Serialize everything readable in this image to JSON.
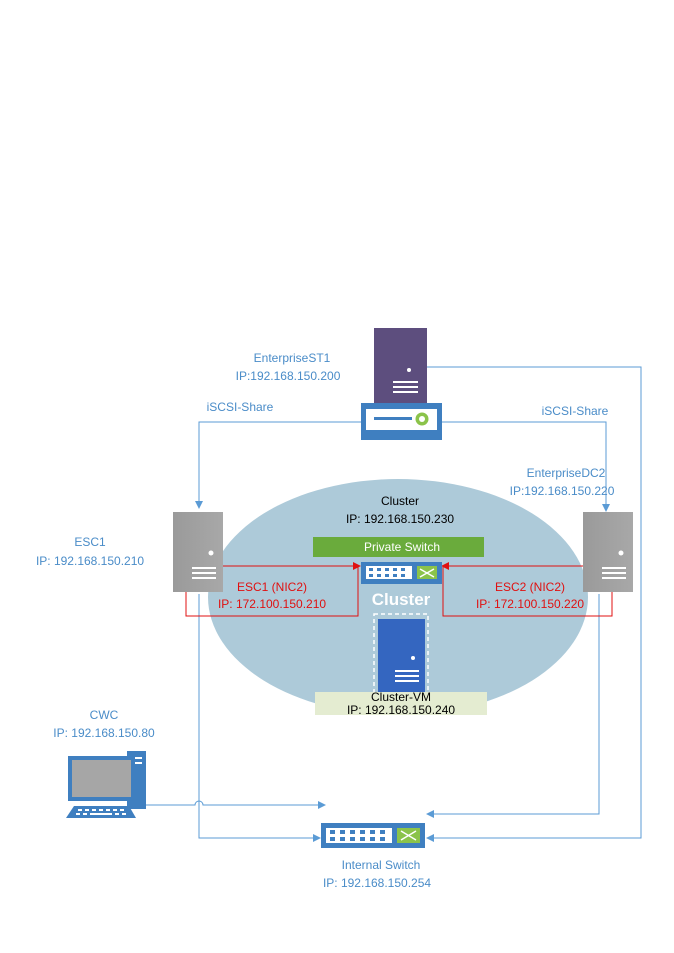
{
  "colors": {
    "label_blue": "#4a8cc8",
    "line_blue": "#5b9bd5",
    "red": "#e01010",
    "ellipse": "#adcad9",
    "private_switch": "#6aab3c",
    "vm_bar": "#e4ecd1"
  },
  "nodes": {
    "enterprise_st1": {
      "name": "EnterpriseST1",
      "ip": "IP:192.168.150.200"
    },
    "enterprise_dc2": {
      "name": "EnterpriseDC2",
      "ip": "IP:192.168.150.220"
    },
    "esc1": {
      "name": "ESC1",
      "ip": "IP: 192.168.150.210"
    },
    "esc1_nic2": {
      "name": "ESC1 (NIC2)",
      "ip": "IP: 172.100.150.210"
    },
    "esc2_nic2": {
      "name": "ESC2 (NIC2)",
      "ip": "IP: 172.100.150.220"
    },
    "cluster": {
      "name": "Cluster",
      "ip": "IP: 192.168.150.230",
      "watermark": "Cluster"
    },
    "private_switch": {
      "label": "Private Switch"
    },
    "cluster_vm": {
      "name": "Cluster-VM",
      "ip": "IP: 192.168.150.240"
    },
    "cwc": {
      "name": "CWC",
      "ip": "IP: 192.168.150.80"
    },
    "internal_switch": {
      "name": "Internal Switch",
      "ip": "IP: 192.168.150.254"
    }
  },
  "links": {
    "iscsi_left": "iSCSI-Share",
    "iscsi_right": "iSCSI-Share"
  }
}
